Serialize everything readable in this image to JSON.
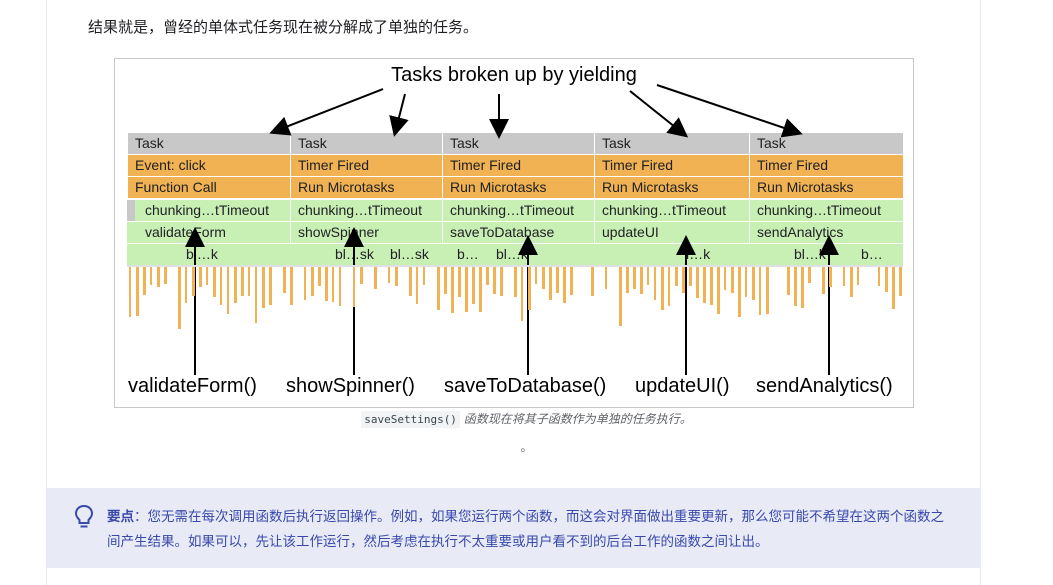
{
  "intro_text": "结果就是，曾经的单体式任务现在被分解成了单独的任务。",
  "figure": {
    "title": "Tasks broken up by yielding",
    "task_label": "Task",
    "event_label": "Event: click",
    "timer_label": "Timer Fired",
    "func_label": "Function Call",
    "micro_label": "Run Microtasks",
    "chunk_label": "chunking…tTimeout",
    "tasks": [
      "validateForm",
      "showSpinner",
      "saveToDatabase",
      "updateUI",
      "sendAnalytics"
    ],
    "small_labels": [
      "bl…k",
      "bl…sk",
      "bl…sk",
      "b…",
      "bl…k",
      "l…k",
      "bl…k",
      "b…"
    ],
    "function_calls": [
      "validateForm()",
      "showSpinner()",
      "saveToDatabase()",
      "updateUI()",
      "sendAnalytics()"
    ],
    "colors": {
      "task": "#c8c8c8",
      "scripting": "#f0b252",
      "microtask": "#c8f0b4"
    }
  },
  "caption": {
    "code": "saveSettings()",
    "text": "函数现在将其子函数作为单独的任务执行。"
  },
  "caption_dot": "。",
  "note": {
    "icon": "lightbulb-icon",
    "label": "要点",
    "text": "：您无需在每次调用函数后执行返回操作。例如，如果您运行两个函数，而这会对界面做出重要更新，那么您可能不希望在这两个函数之间产生结果。如果可以，先让该工作运行，然后考虑在执行不太重要或用户看不到的后台工作的函数之间让出。"
  }
}
